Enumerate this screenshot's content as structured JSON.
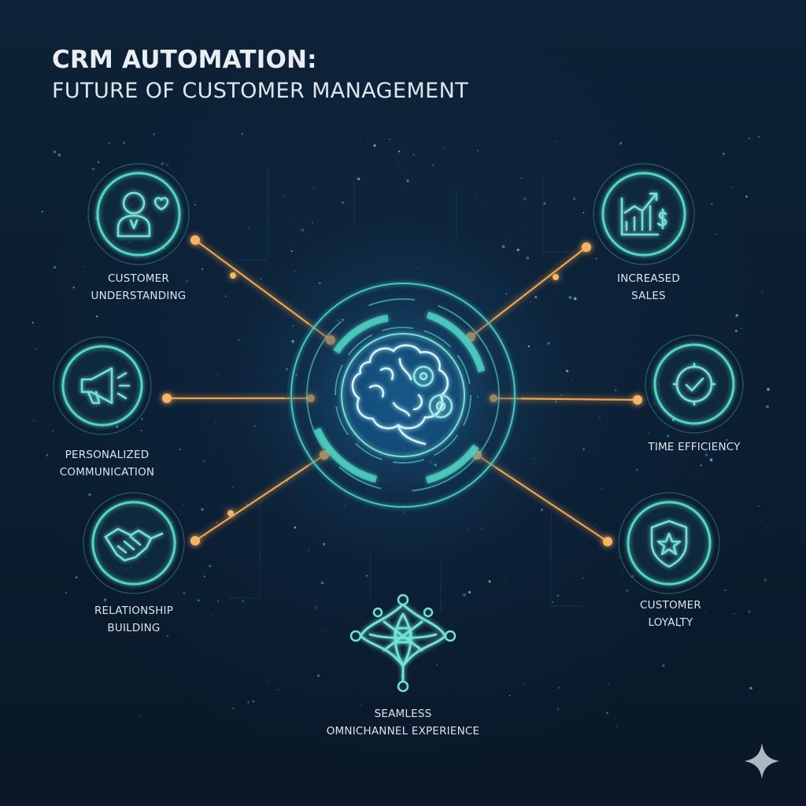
{
  "title": {
    "line1": "CRM AUTOMATION:",
    "line2": "FUTURE OF CUSTOMER MANAGEMENT"
  },
  "nodes": [
    {
      "id": "customer-understanding",
      "icon": "customer-heart-icon",
      "lines": [
        "CUSTOMER",
        "UNDERSTANDING"
      ]
    },
    {
      "id": "personalized-communication",
      "icon": "megaphone-icon",
      "lines": [
        "PERSONALIZED",
        "COMMUNICATION"
      ]
    },
    {
      "id": "relationship-building",
      "icon": "handshake-icon",
      "lines": [
        "RELATIONSHIP",
        "BUILDING"
      ]
    },
    {
      "id": "increased-sales",
      "icon": "sales-chart-icon",
      "lines": [
        "INCREASED",
        "SALES"
      ]
    },
    {
      "id": "time-efficiency",
      "icon": "clock-check-icon",
      "lines": [
        "TIME EFFICIENCY"
      ]
    },
    {
      "id": "customer-loyalty",
      "icon": "shield-star-icon",
      "lines": [
        "CUSTOMER",
        "LOYALTY"
      ]
    },
    {
      "id": "seamless-omnichannel",
      "icon": "omnichannel-network-icon",
      "lines": [
        "SEAMLESS",
        "OMNICHANNEL EXPERIENCE"
      ]
    }
  ],
  "hub": {
    "icon": "brain-gear-icon"
  },
  "colors": {
    "accent": "#4fd6c4",
    "connector": "#f0a24a",
    "background": "#0b1a2b",
    "text": "#dfe6ec"
  }
}
